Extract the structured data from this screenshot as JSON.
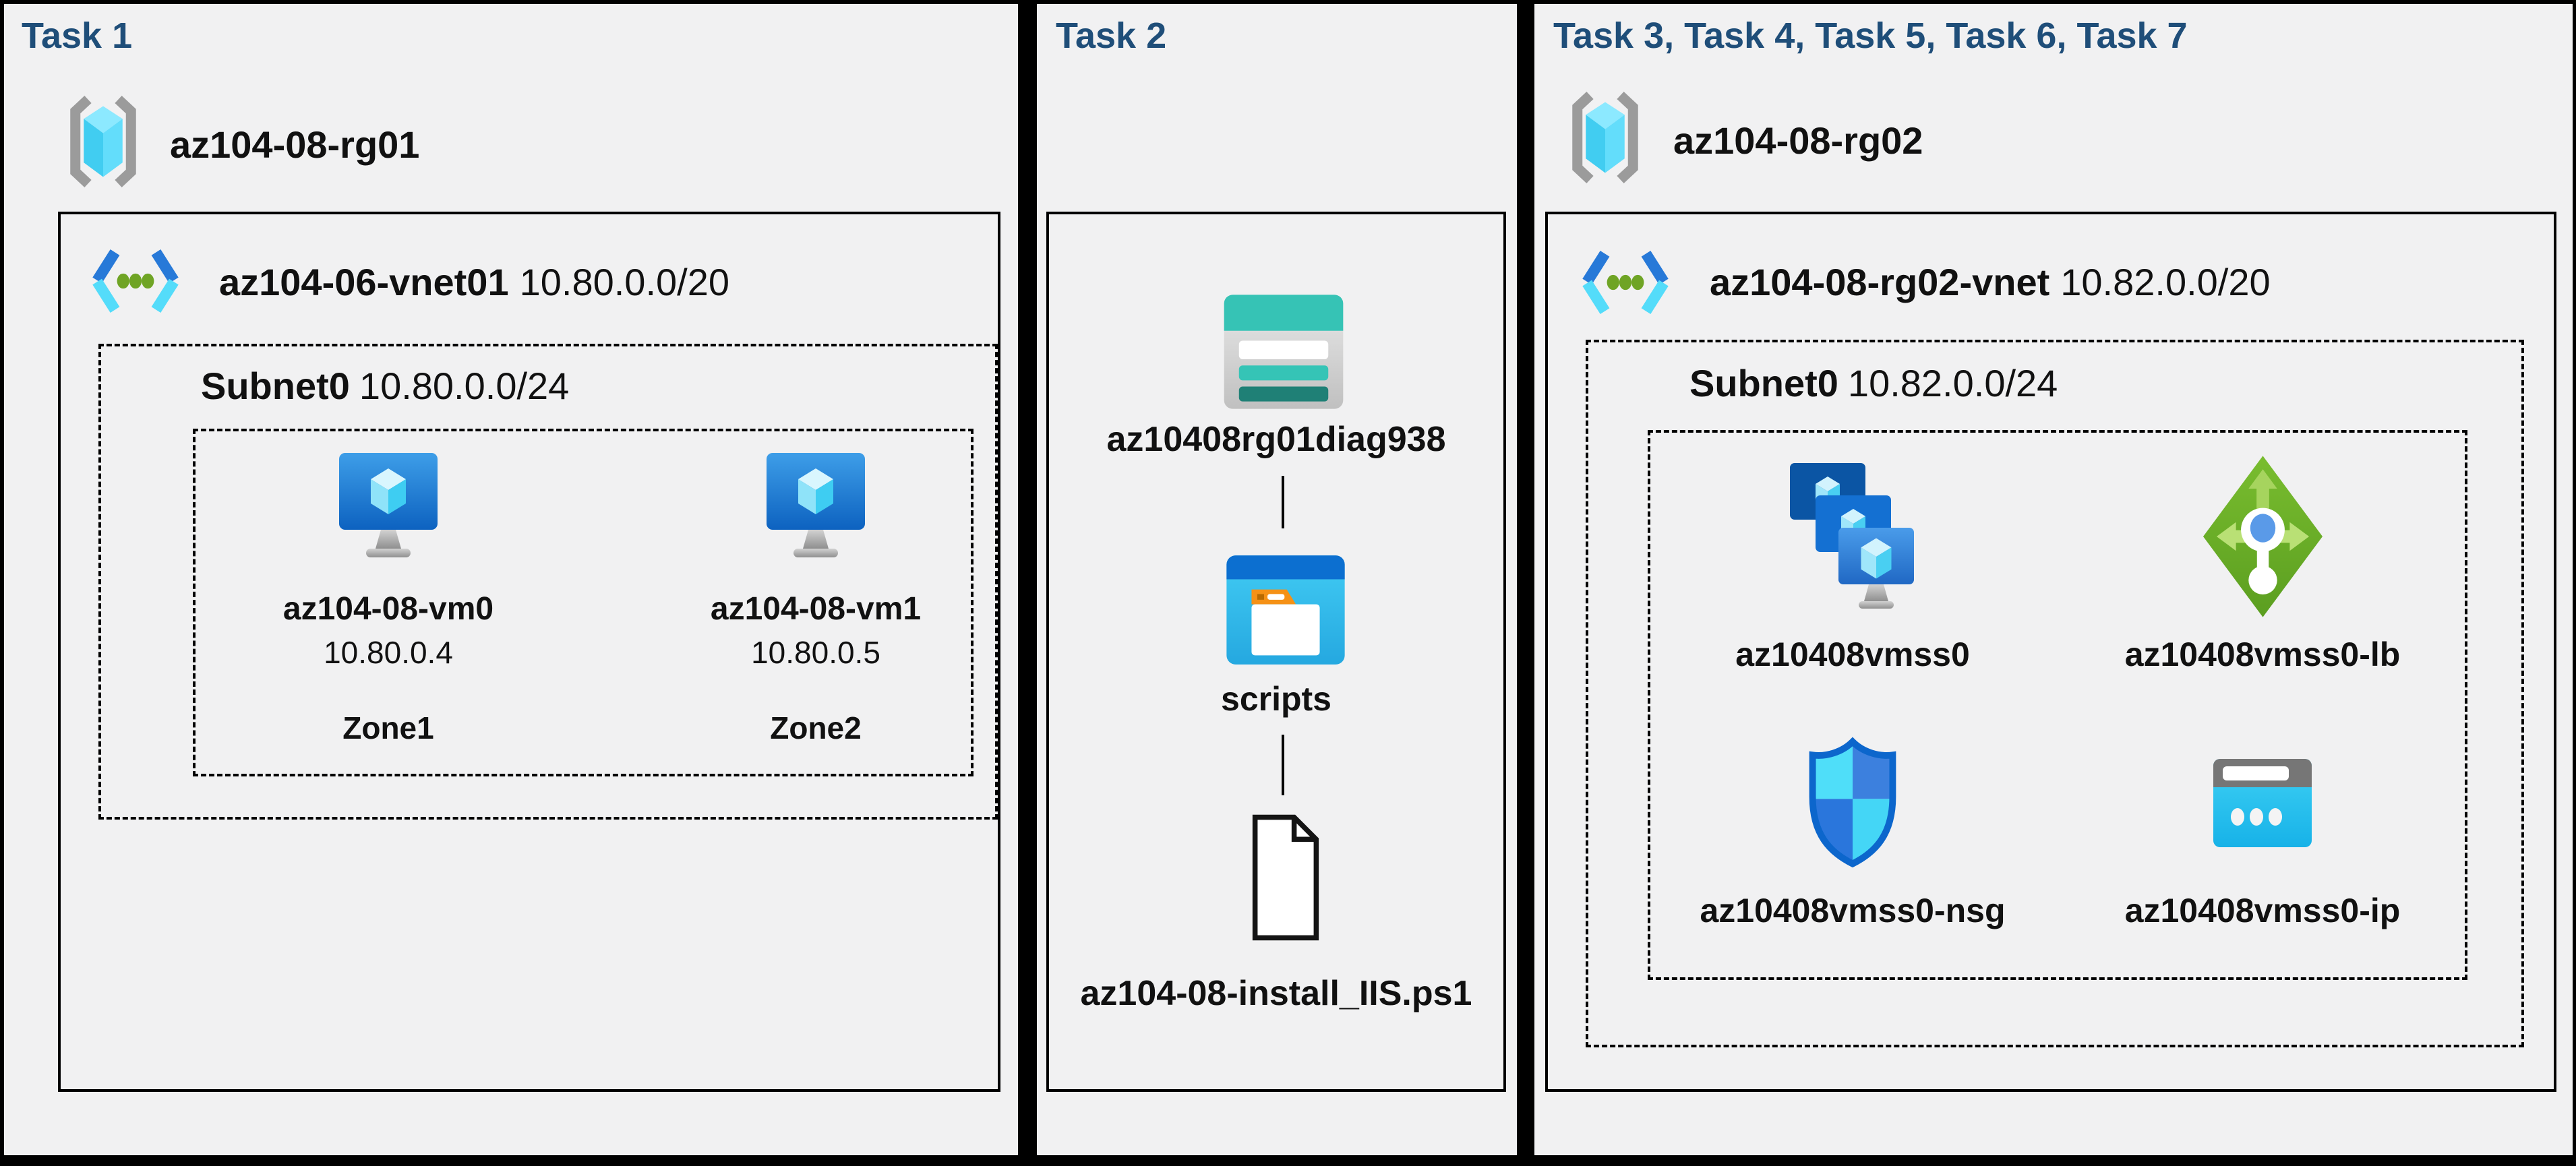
{
  "colors": {
    "background": "#000000",
    "panel_background": "#f1f1f2",
    "title_navy": "#1f4e79",
    "label_black": "#111111",
    "vnet_green_dot": "#6fa425",
    "lb_green": "#69ad28",
    "storage_teal": "#36c3b5"
  },
  "panel1": {
    "title": "Task 1",
    "resource_group": {
      "icon": "resource-group-icon",
      "name": "az104-08-rg01"
    },
    "vnet": {
      "icon": "vnet-icon",
      "name": "az104-06-vnet01",
      "cidr": "10.80.0.0/20"
    },
    "subnet": {
      "name": "Subnet0",
      "cidr": "10.80.0.0/24"
    },
    "vms": [
      {
        "icon": "virtual-machine-icon",
        "name": "az104-08-vm0",
        "ip": "10.80.0.4",
        "zone": "Zone1"
      },
      {
        "icon": "virtual-machine-icon",
        "name": "az104-08-vm1",
        "ip": "10.80.0.5",
        "zone": "Zone2"
      }
    ]
  },
  "panel2": {
    "title": "Task 2",
    "storage_account": {
      "icon": "storage-account-icon",
      "name": "az10408rg01diag938"
    },
    "container": {
      "icon": "blob-container-icon",
      "name": "scripts"
    },
    "file": {
      "icon": "file-icon",
      "name": "az104-08-install_IIS.ps1"
    }
  },
  "panel3": {
    "title": "Task 3, Task 4, Task 5, Task 6, Task 7",
    "resource_group": {
      "icon": "resource-group-icon",
      "name": "az104-08-rg02"
    },
    "vnet": {
      "icon": "vnet-icon",
      "name": "az104-08-rg02-vnet",
      "cidr": "10.82.0.0/20"
    },
    "subnet": {
      "name": "Subnet0",
      "cidr": "10.82.0.0/24"
    },
    "resources": [
      {
        "icon": "vm-scale-set-icon",
        "name": "az10408vmss0"
      },
      {
        "icon": "load-balancer-icon",
        "name": "az10408vmss0-lb"
      },
      {
        "icon": "nsg-icon",
        "name": "az10408vmss0-nsg"
      },
      {
        "icon": "public-ip-icon",
        "name": "az10408vmss0-ip"
      }
    ]
  }
}
